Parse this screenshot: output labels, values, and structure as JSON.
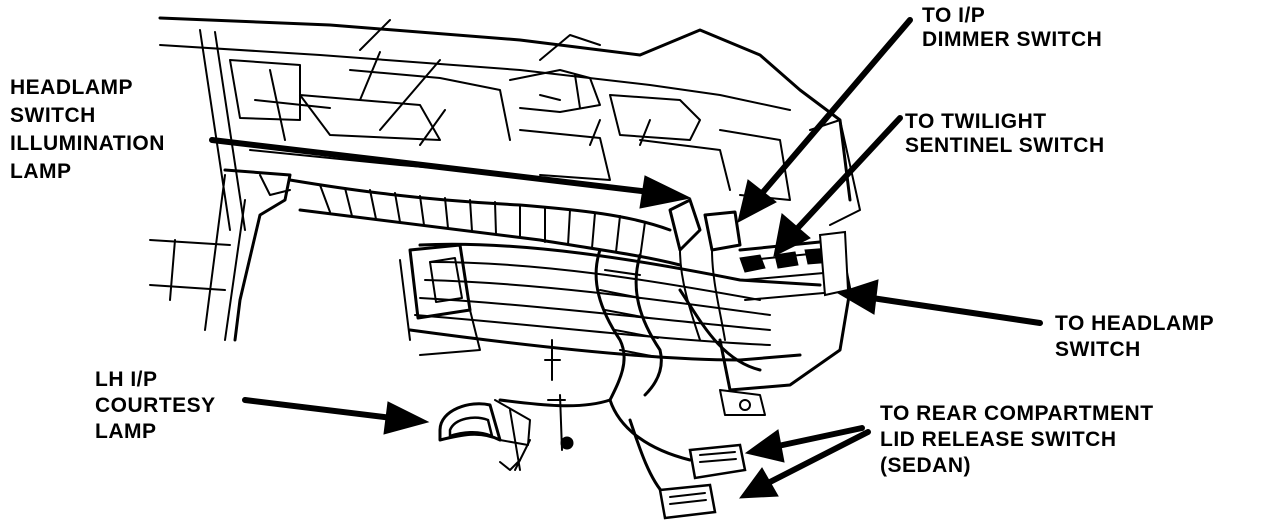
{
  "labels": {
    "headlamp_switch_illumination_lamp": [
      "HEADLAMP",
      "SWITCH",
      "ILLUMINATION",
      "LAMP"
    ],
    "ip_dimmer_switch": [
      "TO I/P",
      "DIMMER SWITCH"
    ],
    "twilight_sentinel_switch": [
      "TO TWILIGHT",
      "SENTINEL SWITCH"
    ],
    "headlamp_switch": [
      "TO HEADLAMP",
      "SWITCH"
    ],
    "lh_ip_courtesy_lamp": [
      "LH I/P",
      "COURTESY",
      "LAMP"
    ],
    "rear_compartment_lid_release": [
      "TO REAR COMPARTMENT",
      "LID RELEASE SWITCH",
      "(SEDAN)"
    ]
  },
  "colors": {
    "ink": "#000000",
    "paper": "#ffffff"
  }
}
